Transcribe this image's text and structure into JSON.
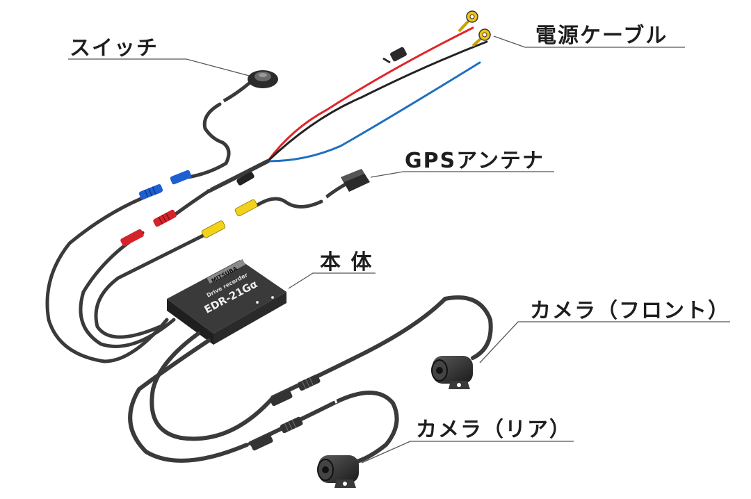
{
  "labels": {
    "switch": "スイッチ",
    "power_cable": "電源ケーブル",
    "gps_antenna": "GPSアンテナ",
    "main_unit": "本 体",
    "camera_front": "カメラ（フロント）",
    "camera_rear": "カメラ（リア）"
  },
  "device": {
    "brand": "MITSUBA",
    "series": "Drive recorder",
    "model": "EDR-21Gα"
  },
  "colors": {
    "cable": "#3a3a3a",
    "red_wire": "#e0262b",
    "blue_wire": "#1f6fc0",
    "black_wire": "#222222",
    "blue_connector": "#1d5fd1",
    "red_connector": "#d4232a",
    "yellow_connector": "#f2d21a",
    "terminal": "#f0c419"
  }
}
